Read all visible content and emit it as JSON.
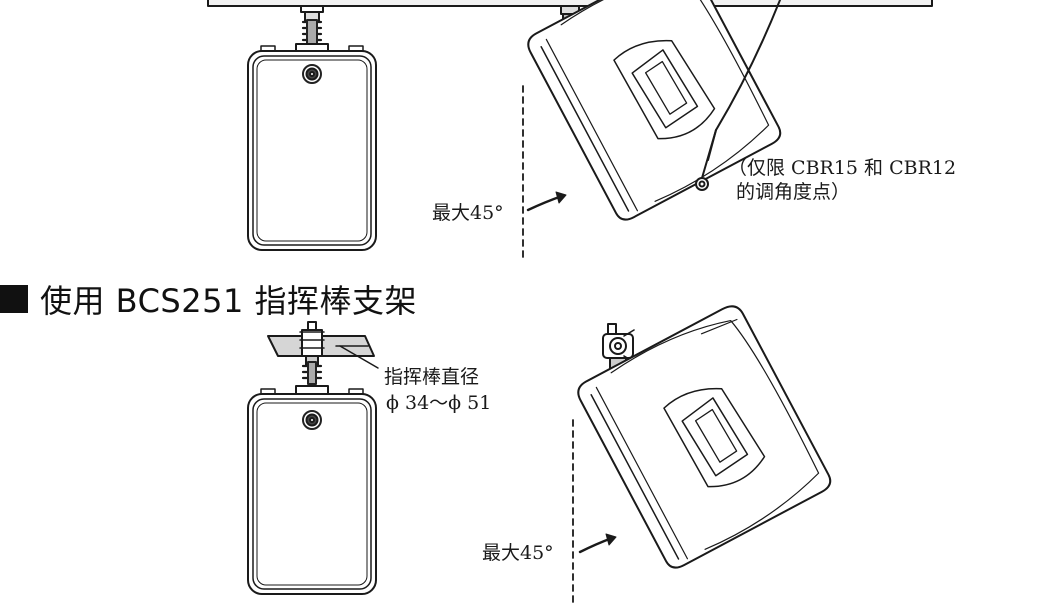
{
  "section": {
    "heading": "使用 BCS251 指挥棒支架"
  },
  "top_figure": {
    "angle_label": "最大45°",
    "note_line1": "（仅限 CBR15 和 CBR12",
    "note_line2": "的调角度点）"
  },
  "bottom_figure": {
    "baton_label": "指挥棒直径",
    "diameter_range": "ϕ 34～ϕ 51",
    "angle_label": "最大45°"
  }
}
